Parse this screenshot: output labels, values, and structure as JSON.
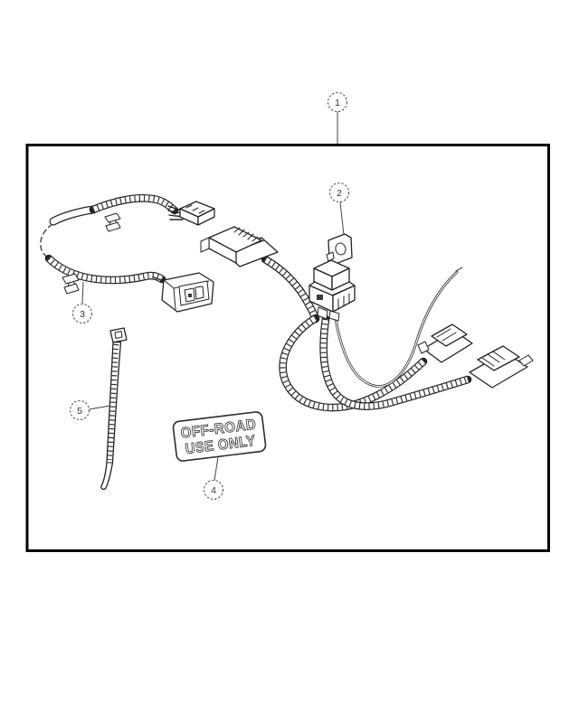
{
  "page": {
    "background_color": "#ffffff",
    "line_color": "#222222"
  },
  "diagram": {
    "kind": "exploded-parts-line-drawing",
    "callouts": [
      {
        "number": "1"
      },
      {
        "number": "2"
      },
      {
        "number": "3"
      },
      {
        "number": "4"
      },
      {
        "number": "5"
      }
    ],
    "warning_label": {
      "line1": "OFF-ROAD",
      "line2": "USE ONLY"
    }
  }
}
